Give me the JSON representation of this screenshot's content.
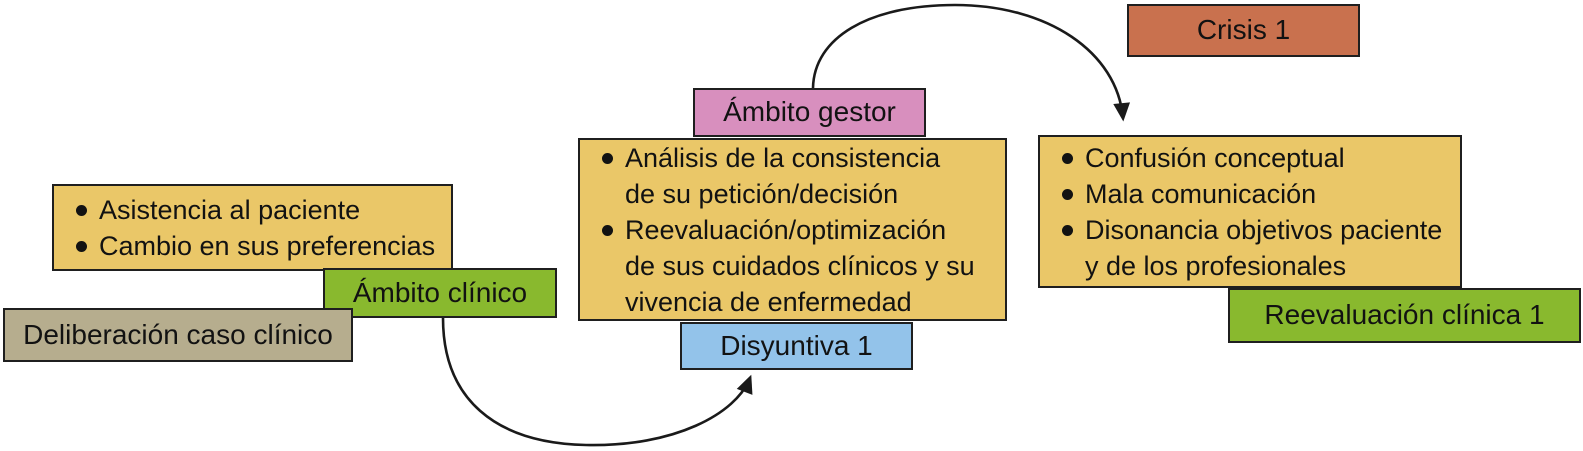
{
  "diagram": {
    "labels": {
      "crisis": "Crisis 1",
      "ambito_gestor": "Ámbito gestor",
      "disyuntiva": "Disyuntiva 1",
      "ambito_clinico": "Ámbito clínico",
      "deliberacion": "Deliberación caso clínico",
      "reevaluacion": "Reevaluación clínica 1"
    },
    "lists": {
      "clinical_events": [
        "Asistencia al paciente",
        "Cambio en sus preferencias"
      ],
      "management_analysis": [
        "Análisis de la consistencia\nde su petición/decisión",
        "Reevaluación/optimización\nde sus cuidados clínicos y su\nvivencia de enfermedad"
      ],
      "crisis_problems": [
        "Confusión conceptual",
        "Mala comunicación",
        "Disonancia objetivos paciente\ny de los profesionales"
      ]
    },
    "colors": {
      "yellow": "#eac768",
      "green": "#89b92e",
      "pink": "#d88fbe",
      "blue": "#93c3ea",
      "terracotta": "#c9714e",
      "tan": "#b6ad8e",
      "border": "#1f1f1f",
      "arrow": "#1a1a1a",
      "text": "#121212"
    }
  }
}
